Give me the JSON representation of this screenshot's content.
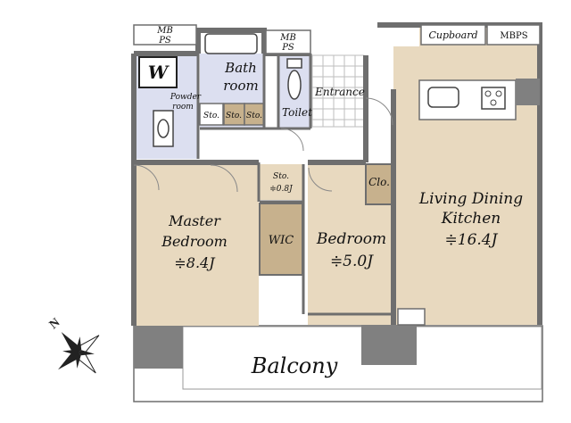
{
  "colors": {
    "wall": "#6e6e6e",
    "room_fill": "#e8d9bf",
    "wet_fill": "#dcdff0",
    "storage_fill": "#c7b18d",
    "balcony_fill": "#ffffff",
    "tile_line": "#bdbdbd"
  },
  "rooms": {
    "mbps_left": "MB\nPS",
    "mbps_mid": "MB\nPS",
    "washer": "W",
    "powder_room": "Powder\nroom",
    "bathroom": "Bath\nroom",
    "toilet": "Toilet",
    "entrance": "Entrance",
    "sto_1": "Sto.",
    "sto_2": "Sto.",
    "sto_3": "Sto.",
    "cupboard": "Cupboard",
    "mbps_right": "MBPS",
    "sto_small": "Sto.\n≑0.8J",
    "closet": "Clo.",
    "wic": "WIC",
    "master_bedroom": "Master\nBedroom\n≑8.4J",
    "bedroom": "Bedroom\n≑5.0J",
    "ldk": "Living Dining\nKitchen\n≑16.4J",
    "balcony": "Balcony"
  },
  "compass": {
    "north_label": "N",
    "icon": "compass-rose-icon"
  }
}
